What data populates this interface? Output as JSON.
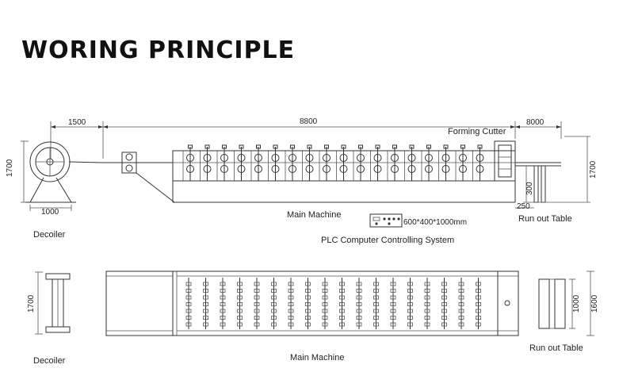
{
  "title": "WORING PRINCIPLE",
  "dimensions": {
    "decoiler_gap": "1500",
    "main_length": "8800",
    "runout_length": "8000",
    "decoiler_height": "1700",
    "decoiler_width": "1000",
    "table_height_right": "1700",
    "table_leg": "300",
    "table_offset": "250",
    "plan_height_left": "1700",
    "plan_table_inner": "1000",
    "plan_table_outer": "1600"
  },
  "labels": {
    "forming_cutter": "Forming Cutter",
    "main_machine_side": "Main Machine",
    "decoiler_side": "Decoiler",
    "plc_size": "600*400*1000mm",
    "plc_system": "PLC Computer Controlling System",
    "runout_side": "Run out Table",
    "decoiler_plan": "Decoiler",
    "main_machine_plan": "Main Machine",
    "runout_plan": "Run out Table"
  }
}
